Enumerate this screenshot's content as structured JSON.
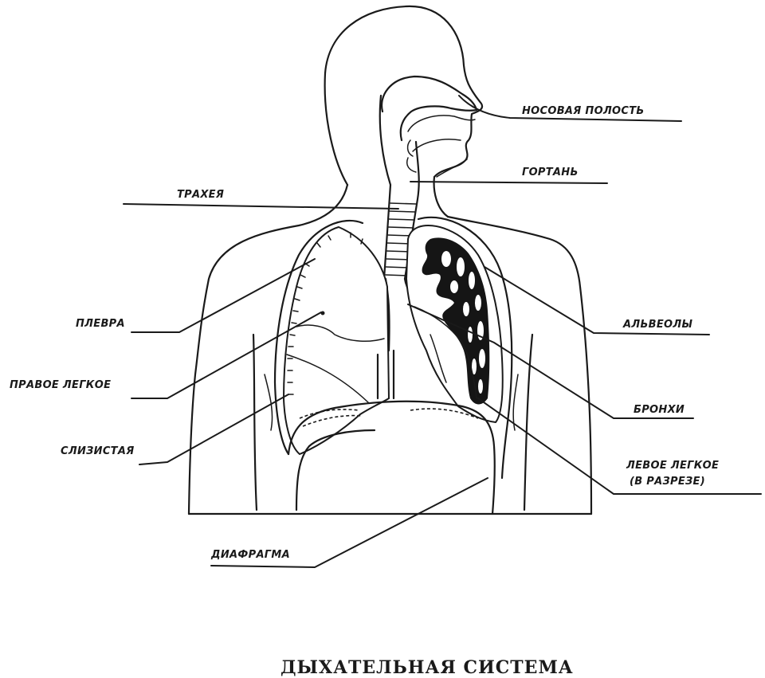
{
  "title": "ДЫХАТЕЛЬНАЯ СИСТЕМА",
  "labels": {
    "nasal_cavity": "НОСОВАЯ ПОЛОСТЬ",
    "larynx": "ГОРТАНЬ",
    "trachea": "ТРАХЕЯ",
    "pleura": "ПЛЕВРА",
    "alveoli": "АЛЬВЕОЛЫ",
    "right_lung": "ПРАВОЕ ЛЕГКОЕ",
    "bronchi": "БРОНХИ",
    "mucous": "СЛИЗИСТАЯ",
    "left_lung_line1": "ЛЕВОЕ ЛЕГКОЕ",
    "left_lung_line2": "(В РАЗРЕЗЕ)",
    "diaphragm": "ДИАФРАГМА"
  }
}
